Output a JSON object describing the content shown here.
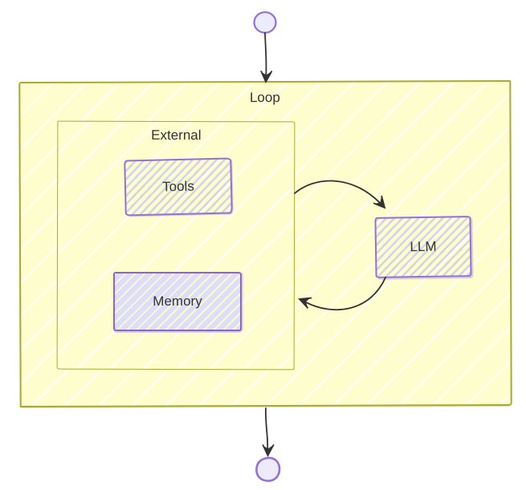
{
  "diagram": {
    "kind": "flowchart",
    "style": "hand-drawn",
    "nodes": {
      "start": {
        "type": "start-circle",
        "label": ""
      },
      "loop": {
        "type": "container",
        "label": "Loop"
      },
      "external": {
        "type": "container",
        "label": "External"
      },
      "tools": {
        "type": "process",
        "label": "Tools"
      },
      "memory": {
        "type": "process",
        "label": "Memory"
      },
      "llm": {
        "type": "process",
        "label": "LLM"
      },
      "end": {
        "type": "end-circle",
        "label": ""
      }
    },
    "edges": [
      {
        "from": "start",
        "to": "loop"
      },
      {
        "from": "external",
        "to": "llm"
      },
      {
        "from": "llm",
        "to": "external"
      },
      {
        "from": "loop",
        "to": "end"
      }
    ],
    "colors": {
      "container_fill": "#FDFDCE",
      "container_border": "#AAAA33",
      "node_fill": "#ECECFF",
      "node_border": "#9370DB",
      "terminal_fill": "#ECECFC",
      "edge": "#333333",
      "text": "#333333",
      "background": "#FFFFFF"
    }
  }
}
